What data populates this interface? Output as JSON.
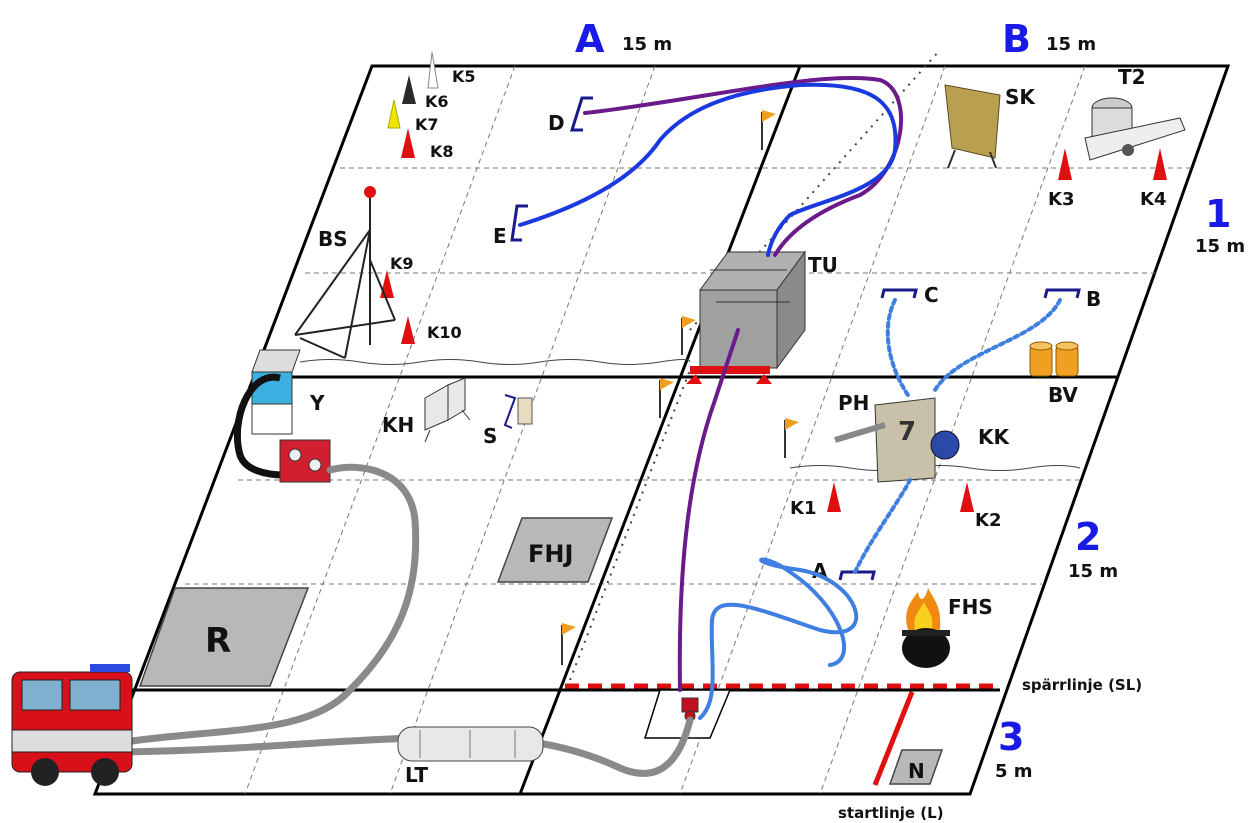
{
  "zones": {
    "A": {
      "letter": "A",
      "size": "15 m"
    },
    "B": {
      "letter": "B",
      "size": "15 m"
    },
    "one": {
      "number": "1",
      "size": "15 m"
    },
    "two": {
      "number": "2",
      "size": "15 m"
    },
    "three": {
      "number": "3",
      "size": "5 m"
    }
  },
  "lines": {
    "sparr": "spärrlinje (SL)",
    "start": "startlinje (L)"
  },
  "labels": {
    "K1": "K1",
    "K2": "K2",
    "K3": "K3",
    "K4": "K4",
    "K5": "K5",
    "K6": "K6",
    "K7": "K7",
    "K8": "K8",
    "K9": "K9",
    "K10": "K10",
    "SK": "SK",
    "T2": "T2",
    "TU": "TU",
    "BS": "BS",
    "BV": "BV",
    "PH": "PH",
    "KK": "KK",
    "KH": "KH",
    "S": "S",
    "Y": "Y",
    "FHJ": "FHJ",
    "FHS": "FHS",
    "R": "R",
    "LT": "LT",
    "N": "N",
    "A": "A",
    "B": "B",
    "C": "C",
    "D": "D",
    "E": "E"
  },
  "colors": {
    "zone_text": "#1a1ae6",
    "hose_blue": "#1a3ae0",
    "hose_light": "#3f7fe0",
    "hose_purple": "#6a1a8a",
    "hose_grey": "#8a8a8a",
    "cone_red": "#e01010",
    "cone_yellow": "#f2e600",
    "cone_black": "#2a2a2a",
    "flag": "#f0a020",
    "barrel": "#f0a020",
    "box_grey": "#b8b8b8",
    "sparr_line": "#e01010"
  }
}
